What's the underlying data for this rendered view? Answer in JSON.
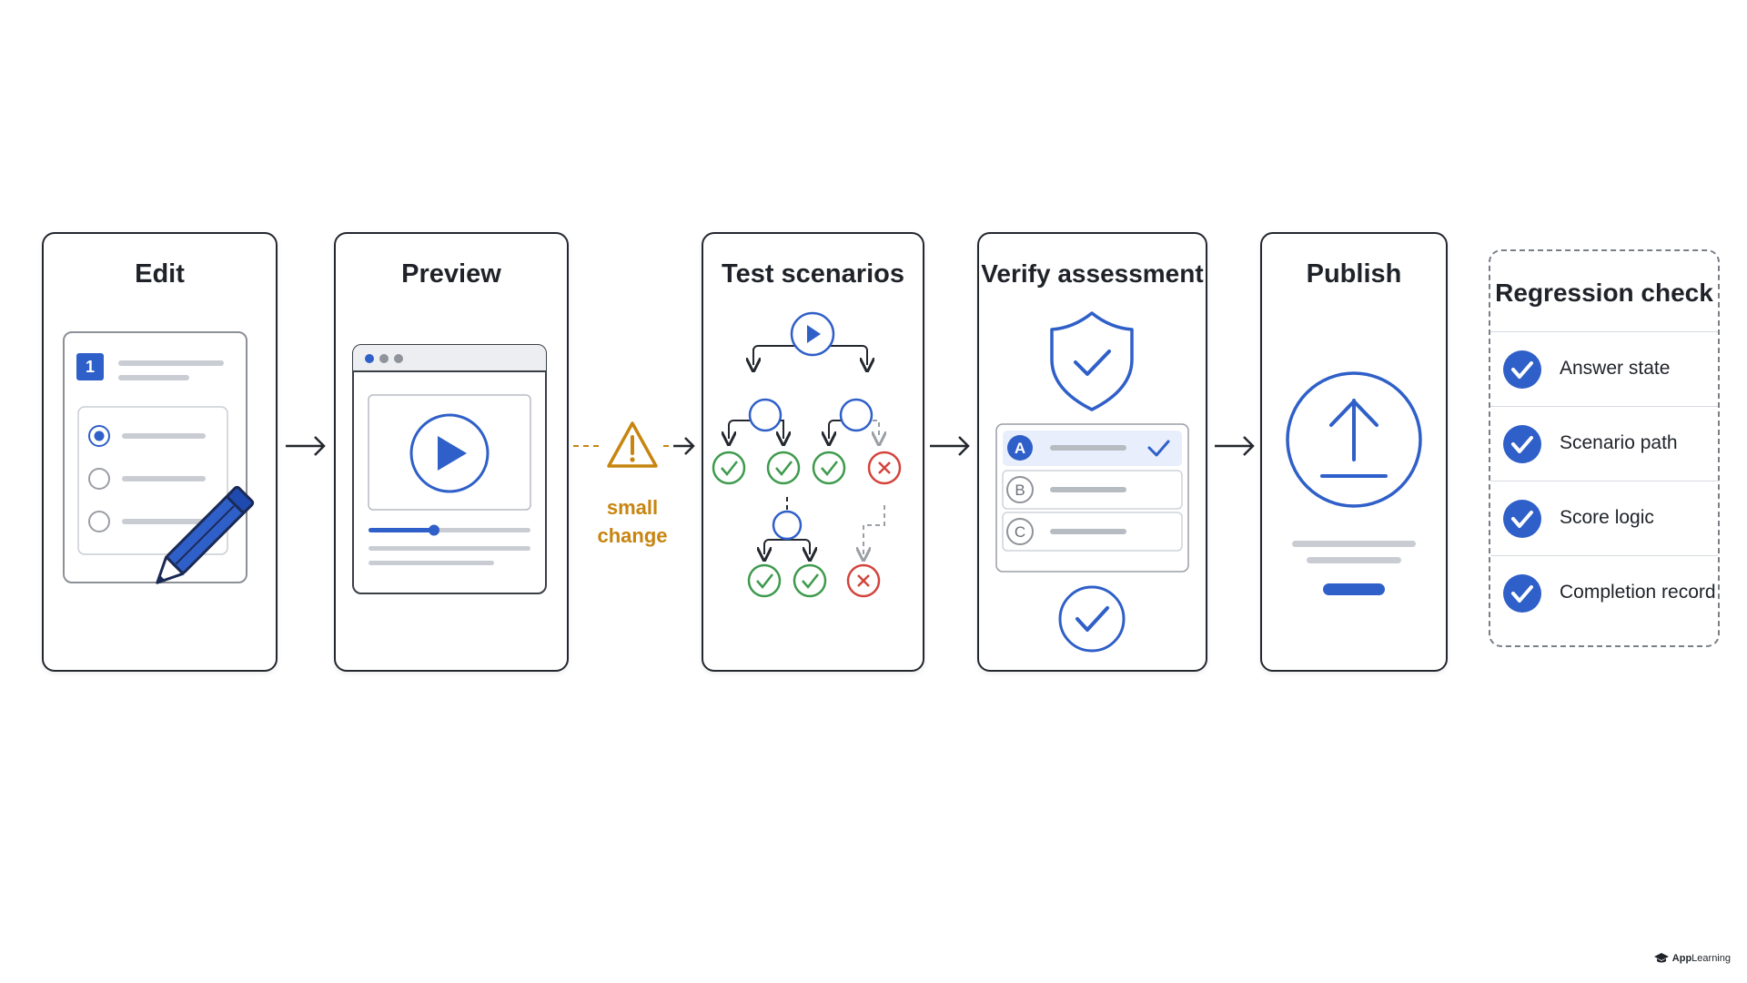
{
  "steps": [
    {
      "title": "Edit"
    },
    {
      "title": "Preview"
    },
    {
      "title": "Test scenarios"
    },
    {
      "title": "Verify assessment"
    },
    {
      "title": "Publish"
    }
  ],
  "edit": {
    "question_number": "1"
  },
  "warning": {
    "label": "small\nchange"
  },
  "verify": {
    "options": [
      "A",
      "B",
      "C"
    ]
  },
  "regression": {
    "title": "Regression check",
    "items": [
      "Answer state",
      "Scenario path",
      "Score logic",
      "Completion record"
    ]
  },
  "brand": {
    "prefix": "App",
    "suffix": "Learning"
  },
  "colors": {
    "accent": "#2f5fc8",
    "pass": "#3e9a4d",
    "fail": "#d3443c",
    "warning": "#c78510",
    "outline": "#23272e"
  }
}
